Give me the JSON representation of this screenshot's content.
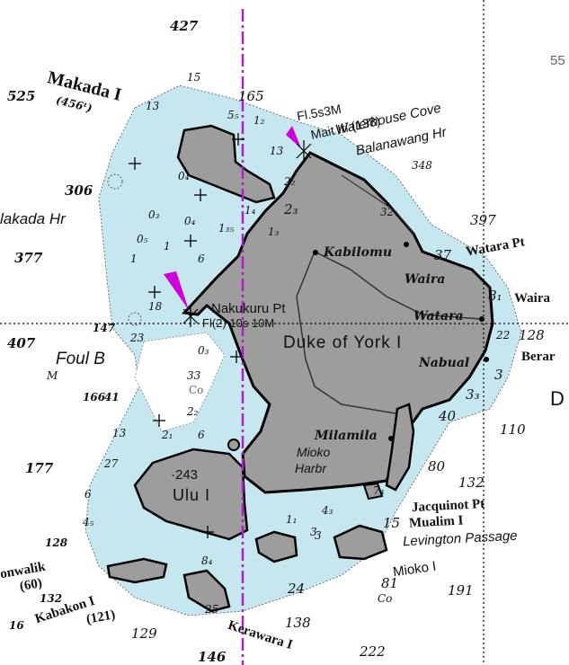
{
  "colors": {
    "land": "#9d9d9d",
    "shallow_water": "#c6e7ef",
    "deep_water": "#ffffff",
    "coastline": "#000000",
    "magenta": "#b01ec8",
    "light_flare": "#cc00dd"
  },
  "names": {
    "makada_i": "Makada I",
    "makada_height": "(456ᵗ)",
    "makada_hr": "lakada Hr",
    "foul_b": "Foul B",
    "mait_light": "Fl.5s3M",
    "mait_iri": "Mait Iri (13̄8)",
    "waterhouse": "Waterhouse Cove",
    "balanawang": "Balanawang Hr",
    "kabilomu": "Kabilomu",
    "watara_pt": "Watara Pt",
    "waira_vil": "Waira",
    "waira_right": "Waira",
    "watara_vil": "Watara",
    "nabual": "Nabual",
    "berar": "Berar",
    "nakukuru": "Nakukuru Pt",
    "nakukuru_light": "Fl(2) 10s 10M",
    "duke": "Duke of York I",
    "milamila": "Milamila",
    "mioko_harbr_1": "Mioko",
    "mioko_harbr_2": "Harbr",
    "ulu_height": "·243",
    "ulu": "Ulu I",
    "jacquinot": "Jacquinot Pt",
    "mualim": "Mualim I",
    "levington": "Levington Passage",
    "mioko_i": "Mioko I",
    "onwalik": "onwalik",
    "onwalik_height": "(60)",
    "kabakon": "Kabakon I",
    "kabakon_height": "(121)",
    "kerawara": "Kerawara I",
    "big_d": "D",
    "co_west": "Co",
    "co_south": "Co",
    "m_west": "M",
    "edge_55": "55"
  },
  "soundings": {
    "s427": "427",
    "s525": "525",
    "s15": "15",
    "s165": "165",
    "s13a": "13",
    "s55": "5₅",
    "s12": "1₂",
    "s13b": "13",
    "s348": "348",
    "s306": "306",
    "s04": "0₄",
    "s03": "0₃",
    "s04b": "0₄",
    "s05": "0₅",
    "s1a": "1",
    "s1b": "1",
    "s135": "1₃₅",
    "s13c": "1₃",
    "s23": "2₃",
    "s22": "2₂",
    "s14": "1₄",
    "s32": "32",
    "s397": "397",
    "s37": "37",
    "s377": "377",
    "s6": "6",
    "s18": "18",
    "s81": "8₁",
    "s147": "147",
    "s23b": "23",
    "s22128": "22",
    "s128": "128",
    "s407": "407",
    "s03b": "0₃",
    "s33": "33",
    "s3": "3",
    "s33b": "3₃",
    "s40": "40",
    "s110": "110",
    "s166": "166",
    "s41": "41",
    "s13d": "13",
    "s21": "2₁",
    "s22b": "2₂",
    "s6b": "6",
    "s177": "177",
    "s27": "27",
    "s80": "80",
    "s132": "132",
    "s6c": "6",
    "s43": "4₃",
    "s3b": "3",
    "s11": "1₁",
    "s45": "4₅",
    "s74": "7₄",
    "s15b": "15",
    "s128b": "128",
    "s84": "8₄",
    "s24": "24",
    "s81b": "81",
    "s191": "191",
    "s132b": "132",
    "s16": "16",
    "s129": "129",
    "s25": "25",
    "s138": "138",
    "s222": "222",
    "s146": "146",
    "s3c": "3"
  }
}
